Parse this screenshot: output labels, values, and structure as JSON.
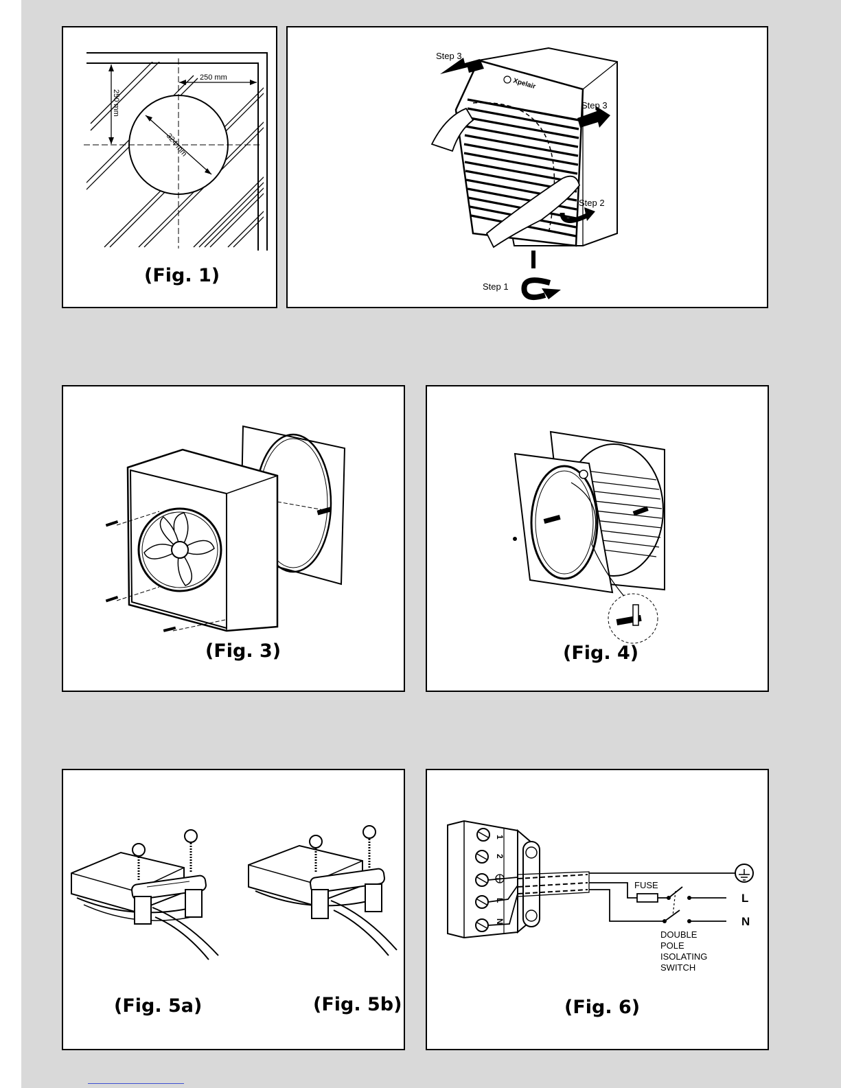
{
  "figures": {
    "fig1": {
      "caption": "(Fig. 1)",
      "dim_horizontal": "250 mm",
      "dim_vertical": "250 mm",
      "dim_diameter": "324 mm"
    },
    "fig2": {
      "brand": "Xpelair",
      "step1": "Step 1",
      "step2": "Step 2",
      "step3_left": "Step 3",
      "step3_right": "Step 3"
    },
    "fig3": {
      "caption": "(Fig. 3)"
    },
    "fig4": {
      "caption": "(Fig. 4)"
    },
    "fig5a": {
      "caption": "(Fig. 5a)"
    },
    "fig5b": {
      "caption": "(Fig. 5b)"
    },
    "fig6": {
      "caption": "(Fig. 6)",
      "fuse": "FUSE",
      "line": "L",
      "neutral": "N",
      "switch_line1": "DOUBLE",
      "switch_line2": "POLE",
      "switch_line3": "ISOLATING",
      "switch_line4": "SWITCH",
      "terminal_1": "1",
      "terminal_2": "2",
      "terminal_L": "L",
      "terminal_N": "N"
    }
  },
  "colors": {
    "background": "#d9d9d9",
    "panel": "#ffffff",
    "ink": "#000000"
  }
}
